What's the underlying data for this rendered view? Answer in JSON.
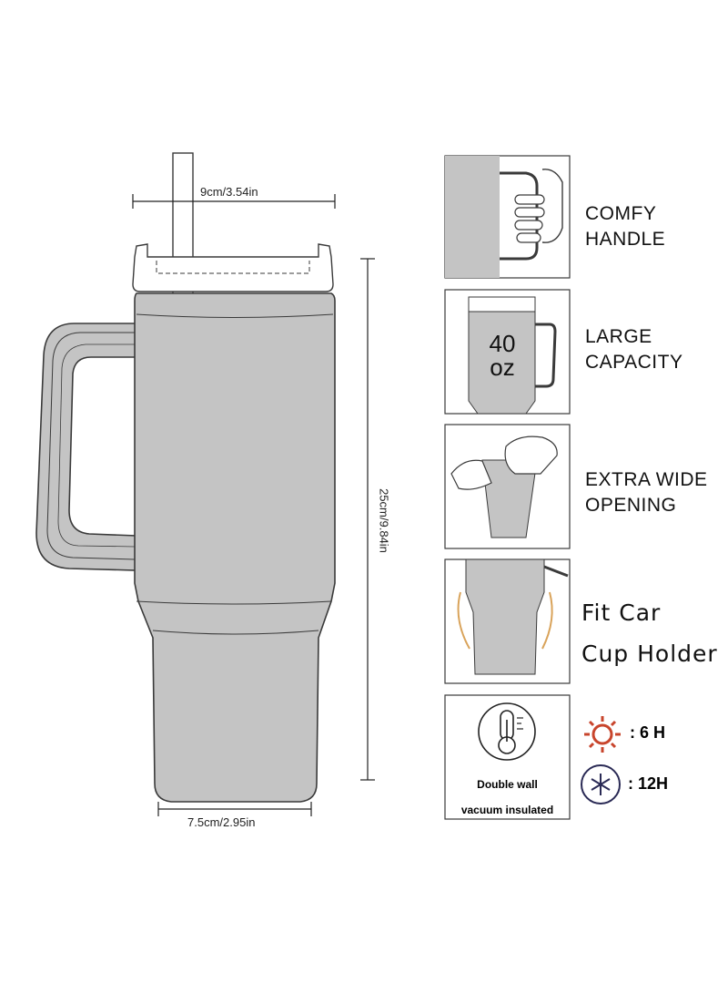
{
  "dimensions": {
    "width_label": "9cm/3.54in",
    "height_label": "25cm/9.84in",
    "base_label": "7.5cm/2.95in"
  },
  "features": [
    {
      "line1": "COMFY",
      "line2": "HANDLE",
      "icon": "hand-gripping-handle-icon"
    },
    {
      "line1": "LARGE",
      "line2": "CAPACITY",
      "icon": "tumbler-capacity-icon",
      "badge_top": "40",
      "badge_bottom": "oz"
    },
    {
      "line1": "EXTRA WIDE",
      "line2": "OPENING",
      "icon": "hand-in-opening-icon"
    },
    {
      "line1": "Fit Car",
      "line2": "Cup Holder",
      "icon": "car-cup-holder-icon"
    },
    {
      "line1": "Double wall",
      "line2": "vacuum insulated",
      "icon": "thermometer-icon"
    }
  ],
  "insulation": {
    "hot_label": ": 6 H",
    "cold_label": ": 12H",
    "hot_icon": "sun-icon",
    "cold_icon": "snowflake-icon",
    "hot_color": "#c8452c",
    "cold_color": "#2a2a55"
  },
  "colors": {
    "tumbler_body": "#c4c4c4",
    "outline": "#3a3a3a"
  }
}
